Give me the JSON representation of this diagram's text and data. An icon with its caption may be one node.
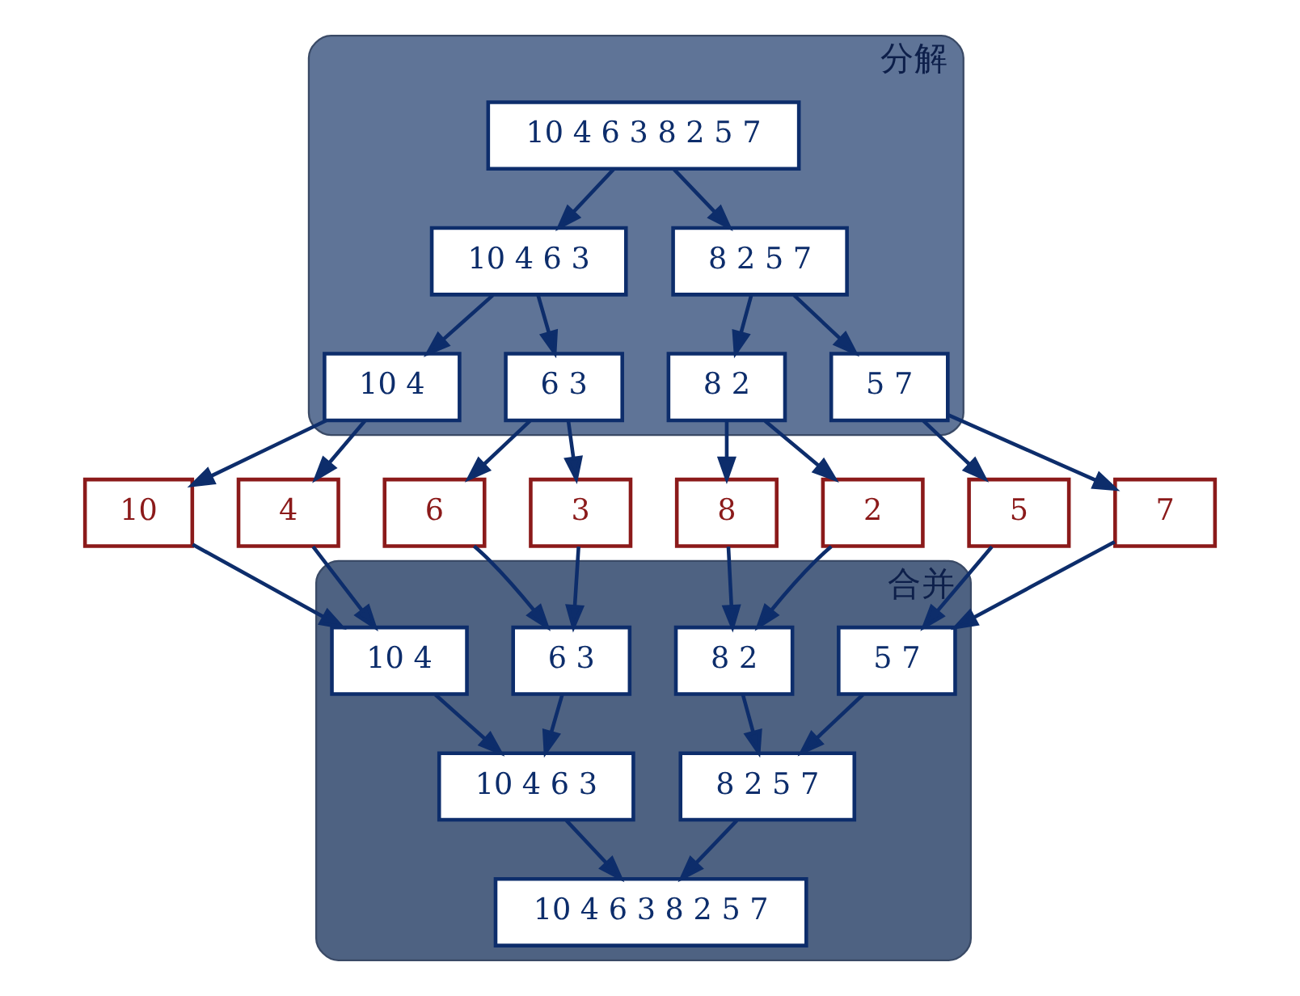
{
  "diagram": {
    "nodes": [
      {
        "text": [
          "分解"
        ]
      },
      {
        "text": [
          "10 4 6 3 8 2 5 7"
        ],
        "in": 0
      },
      {
        "text": [
          "10 4 6 3"
        ],
        "in": 0
      },
      {
        "text": [
          "8 2 5 7"
        ],
        "in": 0
      },
      {
        "text": [
          "10 4"
        ],
        "in": 0
      },
      {
        "text": [
          "6 3"
        ],
        "in": 0
      },
      {
        "text": [
          "8 2"
        ],
        "in": 0
      },
      {
        "text": [
          "5 7"
        ],
        "in": 0
      },
      {
        "text": [
          "10"
        ]
      },
      {
        "text": [
          "4"
        ]
      },
      {
        "text": [
          "6"
        ]
      },
      {
        "text": [
          "3"
        ]
      },
      {
        "text": [
          "8"
        ]
      },
      {
        "text": [
          "2"
        ]
      },
      {
        "text": [
          "5"
        ]
      },
      {
        "text": [
          "7"
        ]
      },
      {
        "text": [
          "合并"
        ]
      },
      {
        "text": [
          "10 4"
        ],
        "in": 16
      },
      {
        "text": [
          "6 3"
        ],
        "in": 16
      },
      {
        "text": [
          "8 2"
        ],
        "in": 16
      },
      {
        "text": [
          "5 7"
        ],
        "in": 16
      },
      {
        "text": [
          "10 4 6 3"
        ],
        "in": 16
      },
      {
        "text": [
          "8 2 5 7"
        ],
        "in": 16
      },
      {
        "text": [
          "10 4 6 3 8 2 5 7"
        ],
        "in": 16
      }
    ],
    "edges": [
      {
        "from": 1,
        "to": 2,
        "arrow": "to"
      },
      {
        "from": 1,
        "to": 3,
        "arrow": "to"
      },
      {
        "from": 2,
        "to": 4,
        "arrow": "to"
      },
      {
        "from": 2,
        "to": 5,
        "arrow": "to"
      },
      {
        "from": 3,
        "to": 6,
        "arrow": "to"
      },
      {
        "from": 3,
        "to": 7,
        "arrow": "to"
      },
      {
        "from": 4,
        "to": 8,
        "arrow": "to"
      },
      {
        "from": 4,
        "to": 9,
        "arrow": "to"
      },
      {
        "from": 5,
        "to": 10,
        "arrow": "to"
      },
      {
        "from": 5,
        "to": 11,
        "arrow": "to"
      },
      {
        "from": 6,
        "to": 12,
        "arrow": "to"
      },
      {
        "from": 6,
        "to": 13,
        "arrow": "to"
      },
      {
        "from": 7,
        "to": 14,
        "arrow": "to"
      },
      {
        "from": 7,
        "to": 15,
        "arrow": "to"
      },
      {
        "from": 8,
        "to": 17,
        "arrow": "to"
      },
      {
        "from": 9,
        "to": 17,
        "arrow": "to"
      },
      {
        "from": 10,
        "to": 18,
        "arrow": "to"
      },
      {
        "from": 11,
        "to": 18,
        "arrow": "to"
      },
      {
        "from": 12,
        "to": 19,
        "arrow": "to"
      },
      {
        "from": 13,
        "to": 19,
        "arrow": "to"
      },
      {
        "from": 14,
        "to": 20,
        "arrow": "to"
      },
      {
        "from": 15,
        "to": 20,
        "arrow": "to"
      },
      {
        "from": 17,
        "to": 21,
        "arrow": "to"
      },
      {
        "from": 18,
        "to": 21,
        "arrow": "to"
      },
      {
        "from": 19,
        "to": 22,
        "arrow": "to"
      },
      {
        "from": 20,
        "to": 22,
        "arrow": "to"
      },
      {
        "from": 21,
        "to": 23,
        "arrow": "to"
      },
      {
        "from": 22,
        "to": 23,
        "arrow": "to"
      }
    ]
  }
}
